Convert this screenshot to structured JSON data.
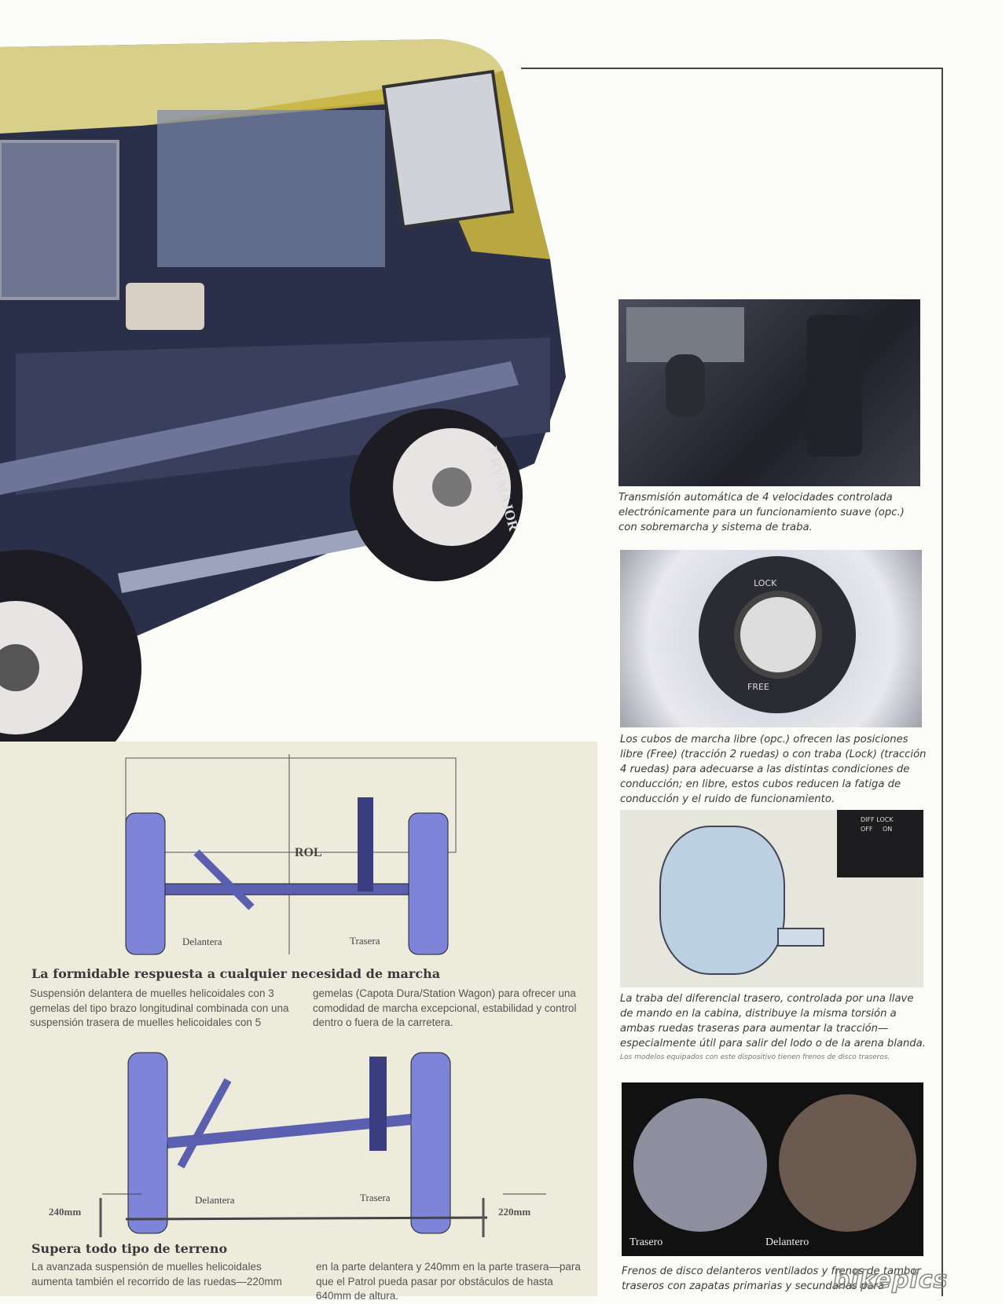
{
  "captions": {
    "transmission": "Transmisión automática de 4 velocidades controlada electrónicamente para un funcionamiento suave (opc.) con sobremarcha y sistema de traba.",
    "hubs": "Los cubos de marcha libre (opc.) ofrecen las posiciones libre (Free) (tracción 2 ruedas) o con traba (Lock) (tracción 4 ruedas) para adecuarse a las distintas condiciones de conducción; en libre, estos cubos reducen la fatiga de conducción y el ruido de funcionamiento.",
    "diff_lock": "La traba del diferencial trasero, controlada por una llave de mando en la cabina, distribuye la misma torsión a ambas ruedas traseras para aumentar la tracción—especialmente útil para salir del lodo o de la arena blanda.",
    "diff_lock_note": "Los modelos equipados con este dispositivo tienen frenos de disco traseros.",
    "brakes": "Frenos de disco delanteros ventilados y frenos de tambor traseros con zapatas primarias y secundarias para"
  },
  "photo_labels": {
    "hub_lock": "LOCK",
    "hub_free": "FREE",
    "diff_lock_switch": "DIFF LOCK",
    "off": "OFF",
    "on": "ON",
    "brake_rear": "Trasero",
    "brake_front": "Delantero",
    "tire_brand": "P RV-MAJOR",
    "badge": "ROL"
  },
  "section1": {
    "heading": "La formidable respuesta a cualquier necesidad de marcha",
    "col1": "Suspensión delantera de muelles helicoidales con 3 gemelas del tipo brazo longitudinal combinada con una suspensión trasera de muelles helicoidales con 5",
    "col2": "gemelas (Capota Dura/Station Wagon) para ofrecer una comodidad de marcha excepcional, estabilidad y control dentro o fuera de la carretera.",
    "front_label": "Delantera",
    "rear_label": "Trasera"
  },
  "section2": {
    "heading": "Supera todo tipo de terreno",
    "col1": "La avanzada suspensión de muelles helicoidales aumenta también el recorrido de las ruedas—220mm",
    "col2": "en la parte delantera y 240mm en la parte trasera—para que el Patrol pueda pasar por obstáculos de hasta 640mm de altura.",
    "front_label": "Delantera",
    "rear_label": "Trasera",
    "left_travel": "240mm",
    "right_travel": "220mm"
  },
  "watermark": "bikepics"
}
